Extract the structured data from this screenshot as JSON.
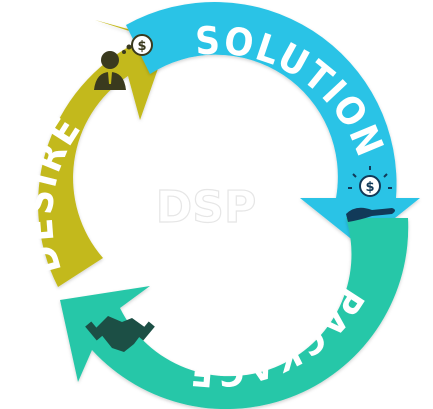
{
  "diagram": {
    "center_text": "DSP",
    "segments": [
      {
        "key": "solution",
        "label": "SOLUTION",
        "icon": "idea-money-hand-icon",
        "color": "#29c3e6"
      },
      {
        "key": "package",
        "label": "PACKAGE",
        "icon": "handshake-icon",
        "color": "#27c7a8"
      },
      {
        "key": "desire",
        "label": "DESIRE",
        "icon": "businessman-money-thought-icon",
        "color": "#c3b91a"
      }
    ]
  }
}
